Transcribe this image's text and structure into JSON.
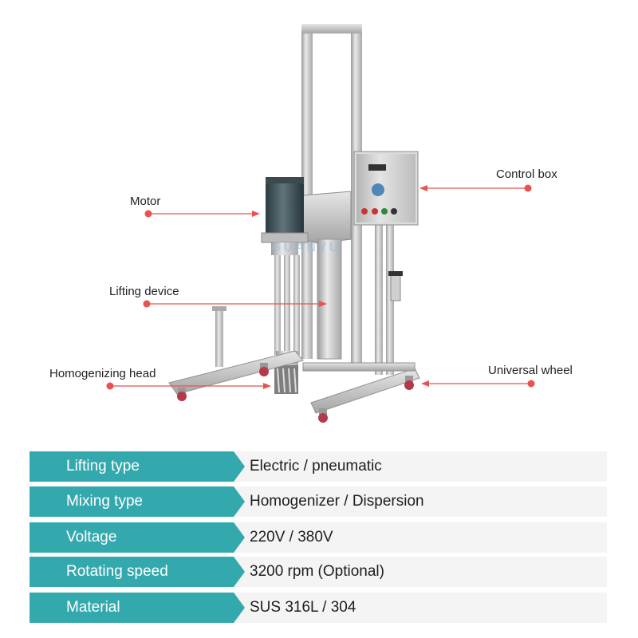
{
  "callouts": {
    "motor": "Motor",
    "control_box": "Control box",
    "lifting_device": "Lifting device",
    "homogenizing_head": "Homogenizing head",
    "universal_wheel": "Universal wheel"
  },
  "watermark": "GUANYU",
  "specs": [
    {
      "key": "Lifting type",
      "value": "Electric / pneumatic"
    },
    {
      "key": "Mixing type",
      "value": "Homogenizer / Dispersion"
    },
    {
      "key": "Voltage",
      "value": "220V / 380V"
    },
    {
      "key": "Rotating speed",
      "value": "3200 rpm (Optional)"
    },
    {
      "key": "Material",
      "value": "SUS 316L / 304"
    }
  ],
  "colors": {
    "accent": "#34a9ad",
    "callout": "#e8534f",
    "row_bg": "#f4f4f4"
  }
}
